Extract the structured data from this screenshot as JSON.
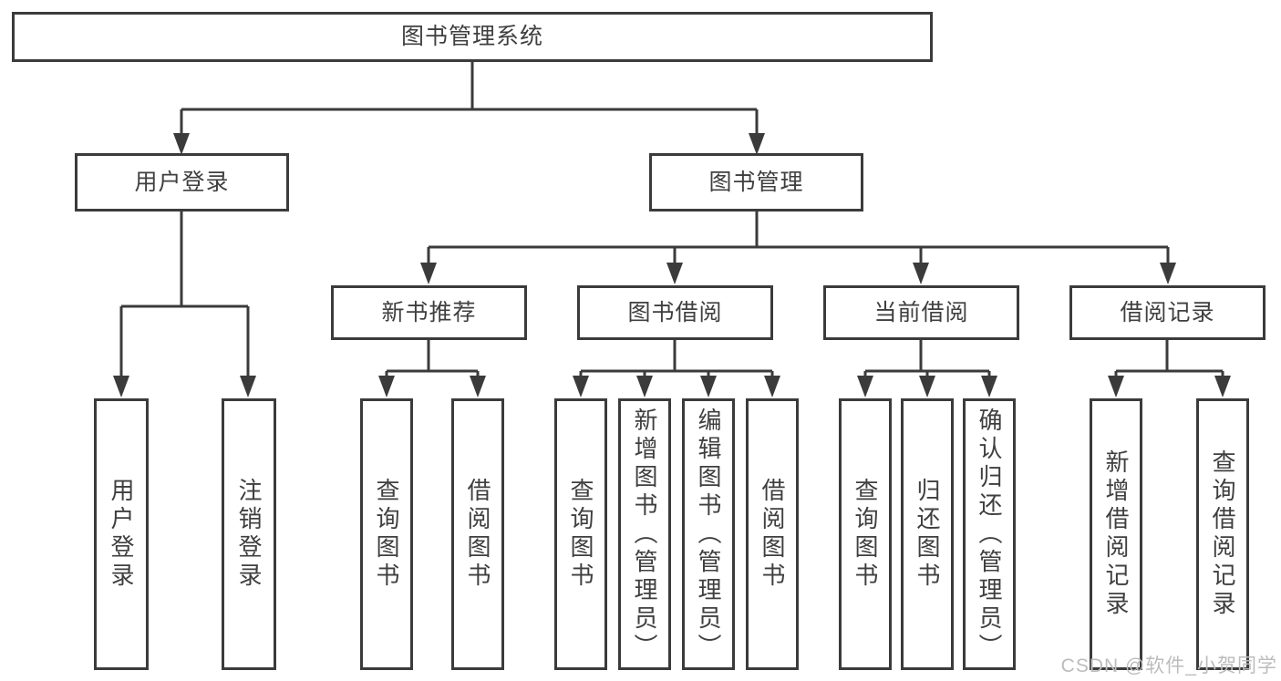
{
  "tree": {
    "root": {
      "label": "图书管理系统",
      "children": [
        {
          "label": "用户登录",
          "children": [
            {
              "label": "用户登录"
            },
            {
              "label": "注销登录"
            }
          ]
        },
        {
          "label": "图书管理",
          "children": [
            {
              "label": "新书推荐",
              "children": [
                {
                  "label": "查询图书"
                },
                {
                  "label": "借阅图书"
                }
              ]
            },
            {
              "label": "图书借阅",
              "children": [
                {
                  "label": "查询图书"
                },
                {
                  "label": "新增图书（管理员）"
                },
                {
                  "label": "编辑图书（管理员）"
                },
                {
                  "label": "借阅图书"
                }
              ]
            },
            {
              "label": "当前借阅",
              "children": [
                {
                  "label": "查询图书"
                },
                {
                  "label": "归还图书"
                },
                {
                  "label": "确认归还（管理员）"
                }
              ]
            },
            {
              "label": "借阅记录",
              "children": [
                {
                  "label": "新增借阅记录"
                },
                {
                  "label": "查询借阅记录"
                }
              ]
            }
          ]
        }
      ]
    }
  },
  "watermark": {
    "text": "CSDN @软件_小贺同学",
    "color": "#bcbcbc"
  },
  "colors": {
    "line": "#3b3b3b",
    "box_border": "#3b3b3b",
    "text": "#3f3f3f",
    "background": "#ffffff"
  }
}
